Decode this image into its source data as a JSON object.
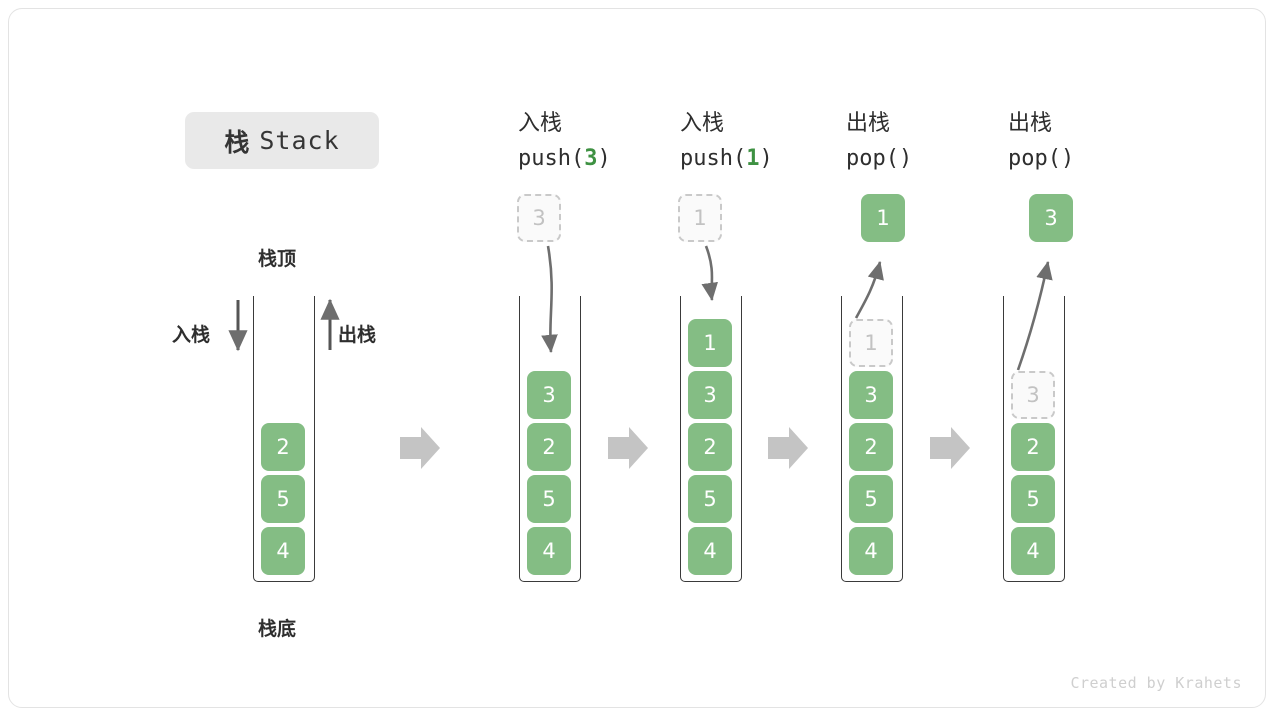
{
  "title_chip": {
    "cn": "栈",
    "en": "Stack"
  },
  "left_stack": {
    "top_label": "栈顶",
    "bottom_label": "栈底",
    "push_label": "入栈",
    "pop_label": "出栈",
    "cells": [
      "2",
      "5",
      "4"
    ]
  },
  "steps": [
    {
      "id": "push-3",
      "head_cn": "入栈",
      "head_code_prefix": "push(",
      "head_code_arg": "3",
      "head_code_suffix": ")",
      "floating": {
        "value": "3",
        "style": "ghost"
      },
      "cells": [
        {
          "value": "3",
          "style": "filled"
        },
        {
          "value": "2",
          "style": "filled"
        },
        {
          "value": "5",
          "style": "filled"
        },
        {
          "value": "4",
          "style": "filled"
        }
      ]
    },
    {
      "id": "push-1",
      "head_cn": "入栈",
      "head_code_prefix": "push(",
      "head_code_arg": "1",
      "head_code_suffix": ")",
      "floating": {
        "value": "1",
        "style": "ghost"
      },
      "cells": [
        {
          "value": "1",
          "style": "filled"
        },
        {
          "value": "3",
          "style": "filled"
        },
        {
          "value": "2",
          "style": "filled"
        },
        {
          "value": "5",
          "style": "filled"
        },
        {
          "value": "4",
          "style": "filled"
        }
      ]
    },
    {
      "id": "pop-1",
      "head_cn": "出栈",
      "head_code_prefix": "pop(",
      "head_code_arg": "",
      "head_code_suffix": ")",
      "floating": {
        "value": "1",
        "style": "filled"
      },
      "cells": [
        {
          "value": "1",
          "style": "ghost"
        },
        {
          "value": "3",
          "style": "filled"
        },
        {
          "value": "2",
          "style": "filled"
        },
        {
          "value": "5",
          "style": "filled"
        },
        {
          "value": "4",
          "style": "filled"
        }
      ]
    },
    {
      "id": "pop-3",
      "head_cn": "出栈",
      "head_code_prefix": "pop(",
      "head_code_arg": "",
      "head_code_suffix": ")",
      "floating": {
        "value": "3",
        "style": "filled"
      },
      "cells": [
        {
          "value": "3",
          "style": "ghost"
        },
        {
          "value": "2",
          "style": "filled"
        },
        {
          "value": "5",
          "style": "filled"
        },
        {
          "value": "4",
          "style": "filled"
        }
      ]
    }
  ],
  "watermark": "Created by Krahets",
  "colors": {
    "cell_green": "#84bd84",
    "code_arg_green": "#3e9142",
    "chip_gray": "#e9e9e9",
    "arrow_gray": "#6e6e6e",
    "separator_gray": "#c4c4c4",
    "stack_border": "#3a3a3a",
    "ghost_border": "#c9c9c9"
  }
}
